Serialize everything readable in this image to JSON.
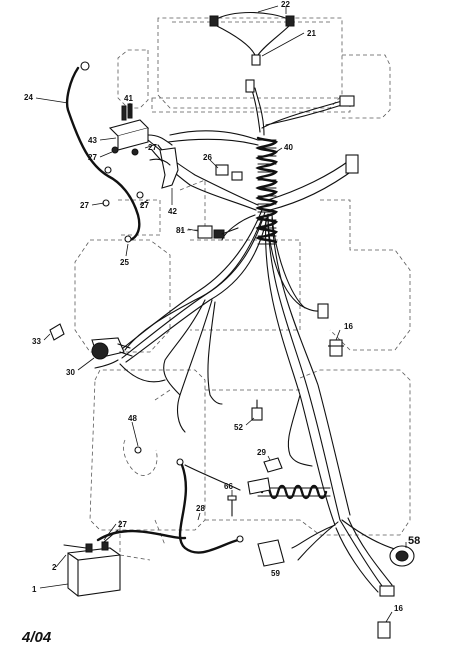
{
  "diagram": {
    "date_code": "4/04",
    "callouts": {
      "c1": "1",
      "c2": "2",
      "c16a": "16",
      "c16b": "16",
      "c21": "21",
      "c22": "22",
      "c24": "24",
      "c25": "25",
      "c26": "26",
      "c27a": "27",
      "c27b": "27",
      "c27c": "27",
      "c27d": "27",
      "c27e": "27",
      "c28": "28",
      "c29": "29",
      "c30": "30",
      "c33": "33",
      "c40": "40",
      "c41": "41",
      "c42": "42",
      "c43": "43",
      "c48": "48",
      "c52": "52",
      "c58": "58",
      "c59": "59",
      "c66": "66",
      "c81": "81"
    }
  }
}
